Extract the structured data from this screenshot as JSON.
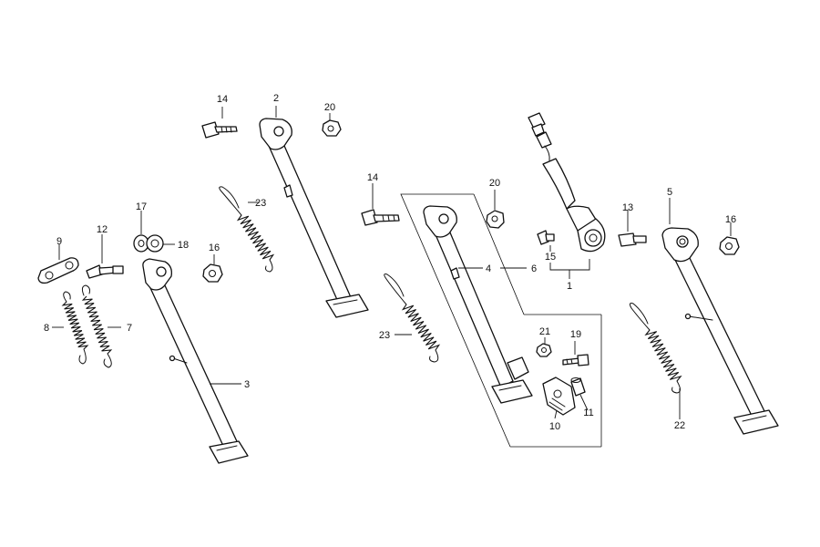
{
  "callouts": {
    "c1": "1",
    "c2": "2",
    "c3": "3",
    "c4": "4",
    "c5": "5",
    "c6": "6",
    "c7": "7",
    "c8": "8",
    "c9": "9",
    "c10": "10",
    "c11": "11",
    "c12": "12",
    "c13": "13",
    "c14a": "14",
    "c14b": "14",
    "c15": "15",
    "c16a": "16",
    "c16b": "16",
    "c17": "17",
    "c18": "18",
    "c19": "19",
    "c20a": "20",
    "c20b": "20",
    "c21": "21",
    "c22": "22",
    "c23a": "23",
    "c23b": "23"
  }
}
